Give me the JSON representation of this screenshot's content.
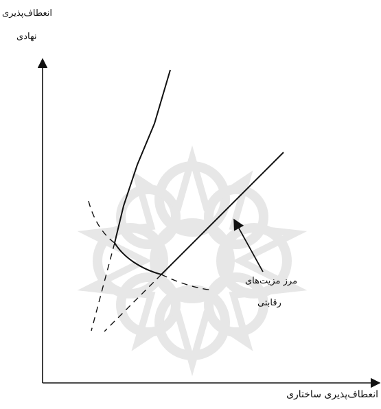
{
  "diagram": {
    "y_axis_label": [
      "انعطاف‌پذیری",
      "نهادی"
    ],
    "x_axis_label": "انعطاف‌پذیری ساختاری",
    "frontier_label": [
      "مرز مزیت‌های",
      "رقابتی"
    ],
    "watermark": "rosette pattern"
  },
  "colors": {
    "line": "#111111",
    "watermark": "#d0d0d0"
  }
}
